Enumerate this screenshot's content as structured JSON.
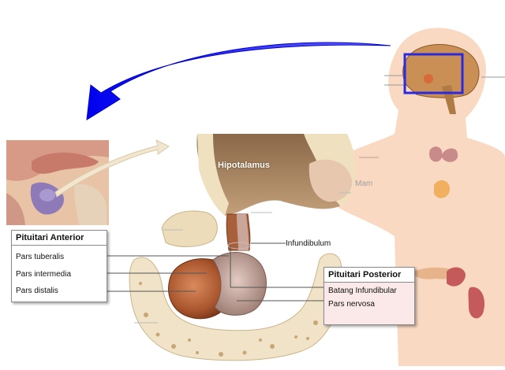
{
  "labels": {
    "hipotalamus": "Hipotalamus",
    "infundibulum": "Infundibulum",
    "mam_partial": "Mam"
  },
  "anterior": {
    "title": "Pituitari Anterior",
    "items": [
      "Pars tuberalis",
      "Pars intermedia",
      "Pars distalis"
    ]
  },
  "posterior": {
    "title": "Pituitari Posterior",
    "items": [
      "Batang Infundibular",
      "Pars nervosa"
    ]
  },
  "colors": {
    "arrow": "#1a1ae6",
    "highlight_frame": "#2a2ae0",
    "body_skin": "#f9d9c2",
    "brain": "#c98f55",
    "gland_anterior": "#b5653a",
    "gland_posterior": "#c9a9a0",
    "bone": "#f0e3c8"
  }
}
